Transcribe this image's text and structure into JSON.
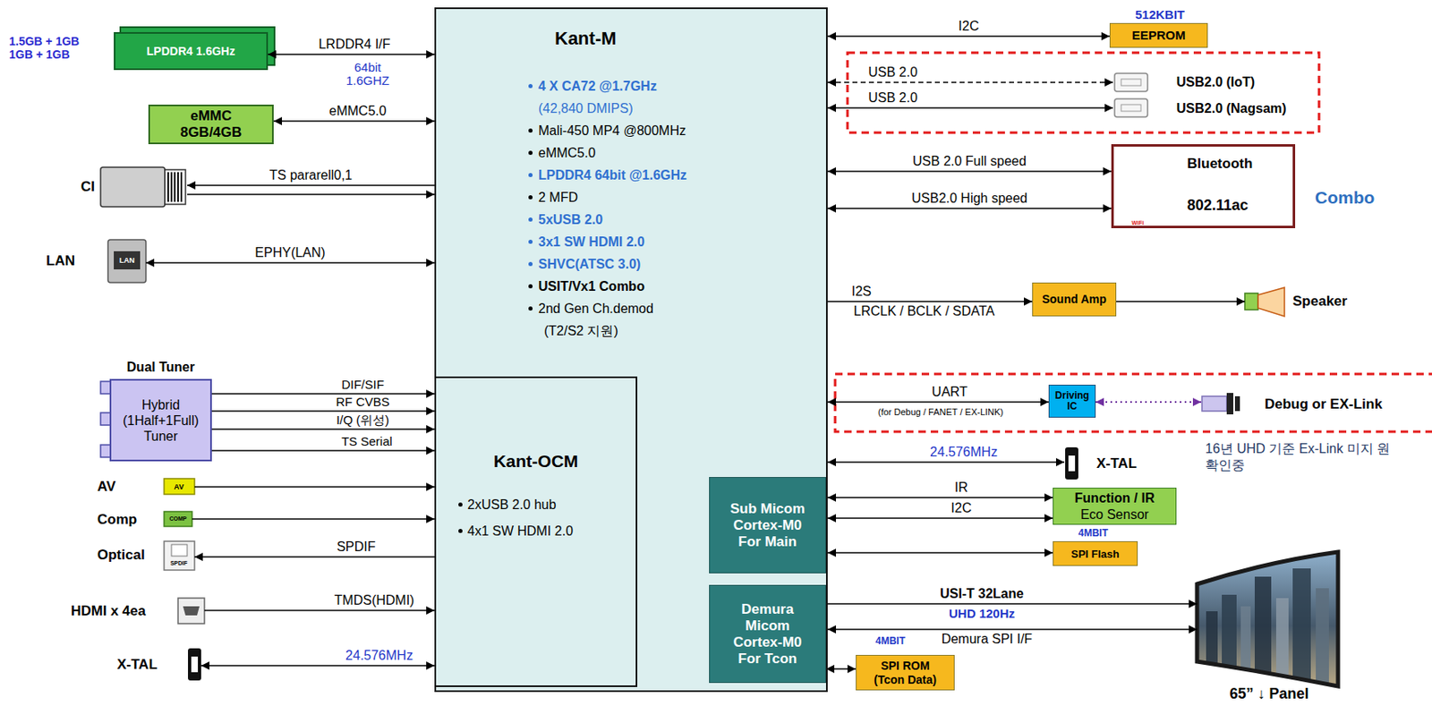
{
  "diagram": {
    "nodes": [
      {
        "text": [
          "LPDDR4 1.6GHz"
        ]
      },
      {
        "text": [
          "eMMC 8GB/4GB"
        ]
      },
      {
        "text": [
          "CI"
        ]
      },
      {
        "text": [
          "LAN"
        ]
      },
      {
        "text": [
          "Kant-M",
          "4 X CA72 @1.7GHz",
          "(42,840 DMIPS)",
          "Mali-450 MP4 @800MHz",
          "eMMC5.0",
          "LPDDR4 64bit @1.6GHz",
          "2 MFD",
          "5xUSB 2.0",
          "3x1 SW HDMI 2.0",
          "SHVC(ATSC 3.0)",
          "USIT/Vx1 Combo",
          "2nd Gen Ch.demod",
          "(T2/S2 지원)"
        ]
      },
      {
        "text": [
          "Kant-OCM",
          "2xUSB 2.0 hub",
          "4x1 SW HDMI 2.0"
        ],
        "in": 4
      },
      {
        "text": [
          "Sub Micom Cortex-M0 For Main"
        ],
        "in": 4
      },
      {
        "text": [
          "Demura Micom Cortex-M0 For Tcon"
        ],
        "in": 4
      },
      {
        "text": [
          "Dual Tuner",
          "Hybrid (1Half+1Full) Tuner"
        ]
      },
      {
        "text": [
          "AV"
        ]
      },
      {
        "text": [
          "Comp"
        ]
      },
      {
        "text": [
          "Optical"
        ]
      },
      {
        "text": [
          "HDMI x 4ea"
        ]
      },
      {
        "text": [
          "X-TAL"
        ]
      },
      {
        "text": [
          "EEPROM"
        ]
      },
      {
        "text": [
          "USB2.0 (IoT)"
        ]
      },
      {
        "text": [
          "USB2.0 (Nagsam)"
        ]
      },
      {
        "text": [
          "Bluetooth",
          "802.11ac"
        ]
      },
      {
        "text": [
          "Sound Amp"
        ]
      },
      {
        "text": [
          "Speaker"
        ]
      },
      {
        "text": [
          "Driving IC"
        ]
      },
      {
        "text": [
          "Debug or EX-Link"
        ]
      },
      {
        "text": [
          "X-TAL"
        ]
      },
      {
        "text": [
          "Function / IR",
          "Eco Sensor"
        ]
      },
      {
        "text": [
          "SPI Flash"
        ]
      },
      {
        "text": [
          "SPI ROM (Tcon Data)"
        ]
      },
      {
        "text": [
          "65” ↓ Panel"
        ]
      }
    ],
    "edges": [
      {
        "from": 0,
        "to": 4,
        "label": "LRDDR4 I/F",
        "arrow": "both"
      },
      {
        "from": 1,
        "to": 4,
        "label": "eMMC5.0",
        "arrow": "both"
      },
      {
        "from": 4,
        "to": 2,
        "label": "TS pararell0,1",
        "arrow": "to"
      },
      {
        "from": 2,
        "to": 4,
        "arrow": "to"
      },
      {
        "from": 3,
        "to": 4,
        "label": "EPHY(LAN)",
        "arrow": "both"
      },
      {
        "from": 8,
        "to": 5,
        "label": "DIF/SIF",
        "arrow": "to"
      },
      {
        "from": 8,
        "to": 5,
        "label": "RF CVBS",
        "arrow": "to"
      },
      {
        "from": 8,
        "to": 5,
        "label": "I/Q (위성)",
        "arrow": "to"
      },
      {
        "from": 8,
        "to": 5,
        "label": "TS Serial",
        "arrow": "to"
      },
      {
        "from": 9,
        "to": 5,
        "arrow": "to"
      },
      {
        "from": 10,
        "to": 5,
        "arrow": "to"
      },
      {
        "from": 5,
        "to": 11,
        "label": "SPDIF",
        "arrow": "to"
      },
      {
        "from": 12,
        "to": 5,
        "label": "TMDS(HDMI)",
        "arrow": "to"
      },
      {
        "from": 13,
        "to": 5,
        "label": "24.576MHz",
        "arrow": "both"
      },
      {
        "from": 4,
        "to": 14,
        "label": "I2C",
        "arrow": "both"
      },
      {
        "from": 4,
        "to": 15,
        "label": "USB 2.0",
        "arrow": "both"
      },
      {
        "from": 4,
        "to": 16,
        "label": "USB 2.0",
        "arrow": "both"
      },
      {
        "from": 4,
        "to": 17,
        "label": "USB 2.0 Full speed",
        "arrow": "both"
      },
      {
        "from": 4,
        "to": 17,
        "label": "USB2.0 High speed",
        "arrow": "both"
      },
      {
        "from": 4,
        "to": 18,
        "label": "I2S",
        "arrow": "to"
      },
      {
        "from": 18,
        "to": 19,
        "arrow": "to"
      },
      {
        "from": 4,
        "to": 20,
        "label": "UART",
        "arrow": "both"
      },
      {
        "from": 20,
        "to": 21,
        "arrow": "both"
      },
      {
        "from": 4,
        "to": 22,
        "label": "24.576MHz",
        "arrow": "both"
      },
      {
        "from": 4,
        "to": 23,
        "label": "IR",
        "arrow": "both"
      },
      {
        "from": 4,
        "to": 23,
        "label": "I2C",
        "arrow": "both"
      },
      {
        "from": 4,
        "to": 24,
        "arrow": "both"
      },
      {
        "from": 4,
        "to": 26,
        "label": "USI-T 32Lane",
        "arrow": "to"
      },
      {
        "from": 4,
        "to": 26,
        "label": "Demura SPI I/F",
        "arrow": "both"
      },
      {
        "from": 7,
        "to": 25,
        "arrow": "both"
      }
    ],
    "labels": [
      "1.5GB + 1GB",
      "1GB + 1GB",
      "64bit",
      "1.6GHZ",
      "LAN",
      "AV",
      "COMP",
      "SPDIF",
      "512KBIT",
      "Combo",
      "WiFi",
      "LRCLK / BCLK / SDATA",
      "(for Debug / FANET / EX-LINK)",
      "16년 UHD 기준 Ex-Link 미지 원 확인중",
      "4MBIT",
      "UHD 120Hz",
      "4MBIT"
    ]
  }
}
